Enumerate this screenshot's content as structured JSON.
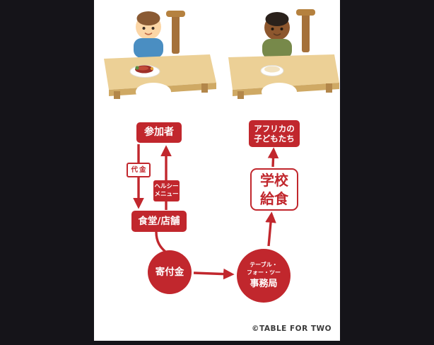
{
  "colors": {
    "accent_red": "#c1272d",
    "frame_background": "#151419",
    "panel_background": "#ffffff",
    "footer_text": "#3a3a3a"
  },
  "flow": {
    "participants": "参加者",
    "payment": "代金",
    "healthy_menu": {
      "line1": "ヘルシー",
      "line2": "メニュー"
    },
    "shop": "食堂/店舗",
    "donation": "寄付金",
    "secretariat": {
      "line1": "テーブル・",
      "line2": "フォー・ツー",
      "line3": "事務局"
    },
    "school_meal": {
      "line1": "学校",
      "line2": "給食"
    },
    "africa_children": {
      "line1": "アフリカの",
      "line2": "子どもたち"
    }
  },
  "footer": {
    "copyright": "©TABLE FOR TWO"
  }
}
